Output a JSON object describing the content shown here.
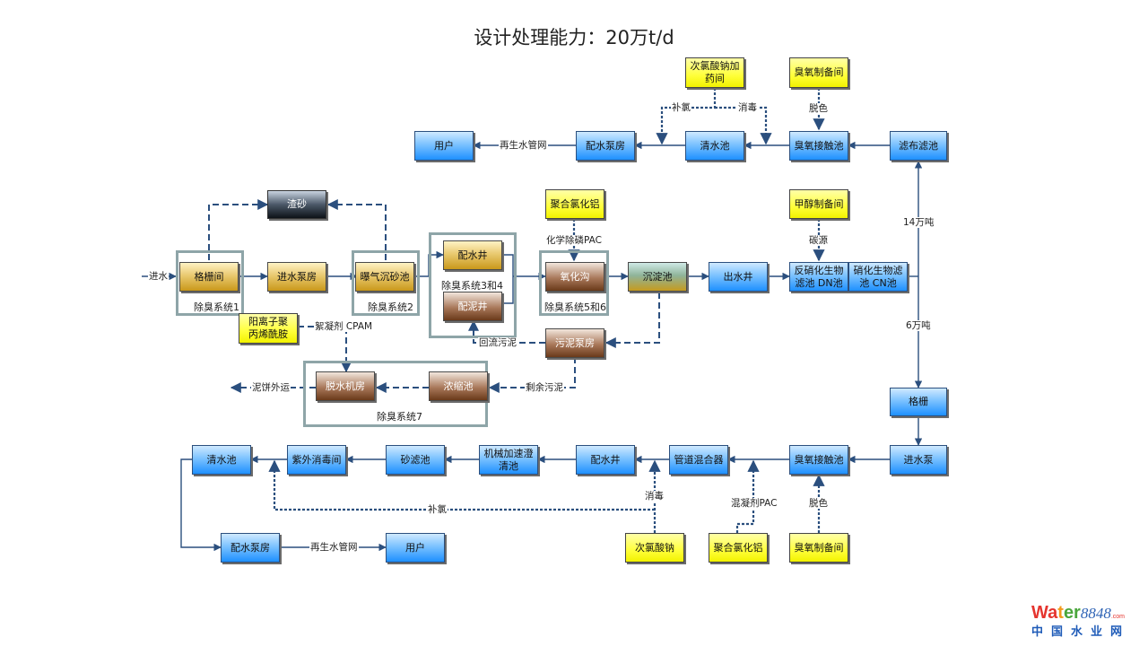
{
  "title": "设计处理能力：20万t/d",
  "nodes": {
    "user_top": "用户",
    "pump_top": "配水泵房",
    "clear_top": "清水池",
    "ozone_contact_top": "臭氧接触池",
    "cloth_filter": "滤布滤池",
    "naclo_dosing_room": "次氯酸钠加药间",
    "ozone_prep_top": "臭氧制备间",
    "grit": "渣砂",
    "screen_room": "格栅间",
    "influent_pump": "进水泵房",
    "aerated_grit": "曝气沉砂池",
    "dist_well": "配水井",
    "sludge_dist_well": "配泥井",
    "pac_mid": "聚合氯化铝",
    "oxidation_ditch": "氧化沟",
    "sedimentation": "沉淀池",
    "outlet_well": "出水井",
    "methanol_room": "甲醇制备间",
    "dn_filter": "反硝化生物滤池 DN池",
    "cn_filter": "硝化生物滤池 CN池",
    "cpam": "阳离子聚丙烯酰胺",
    "sludge_pump": "污泥泵房",
    "dewatering": "脱水机房",
    "thickener": "浓缩池",
    "screen_low": "格栅",
    "intake_pump_low": "进水泵",
    "ozone_contact_low": "臭氧接触池",
    "pipe_mixer": "管道混合器",
    "dist_well_low": "配水井",
    "clarifier": "机械加速澄清池",
    "sand_filter": "砂滤池",
    "uv_room": "紫外消毒间",
    "clear_low": "清水池",
    "pump_low": "配水泵房",
    "user_low": "用户",
    "naclo_low": "次氯酸钠",
    "pac_low": "聚合氯化铝",
    "ozone_prep_low": "臭氧制备间"
  },
  "frames": {
    "deodor1": "除臭系统1",
    "deodor2": "除臭系统2",
    "deodor34": "除臭系统3和4",
    "deodor56": "除臭系统5和6",
    "deodor7": "除臭系统7"
  },
  "labels": {
    "inflow": "进水",
    "reclaimed_network_top": "再生水管网",
    "chlorine_top": "补氯",
    "disinfect_top": "消毒",
    "decolor_top": "脱色",
    "flow_14": "14万吨",
    "flow_6": "6万吨",
    "chem_p_removal": "化学除磷PAC",
    "carbon_source": "碳源",
    "flocculant": "絮凝剂 CPAM",
    "return_sludge": "回流污泥",
    "excess_sludge": "剩余污泥",
    "cake_out": "泥饼外运",
    "disinfect_low": "消毒",
    "coagulant": "混凝剂PAC",
    "decolor_low": "脱色",
    "chlorine_low": "补氯",
    "reclaimed_network_low": "再生水管网"
  },
  "colors": {
    "line": "#2b4f7e",
    "frame": "#8ea5a8"
  },
  "logo": {
    "brand_a": "Wa",
    "brand_b": "t",
    "brand_c": "er",
    "brand_num": "8848",
    "brand_com": ".com",
    "brand_cn": "中国水业网"
  }
}
